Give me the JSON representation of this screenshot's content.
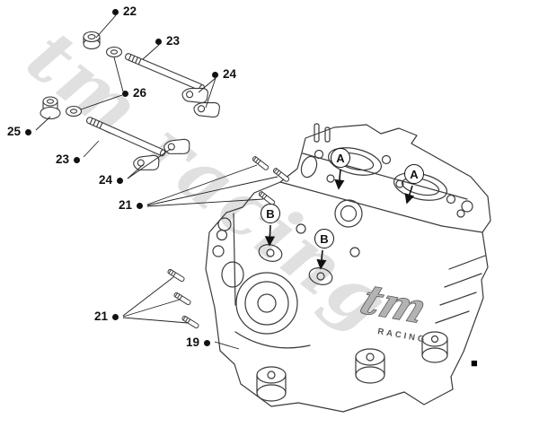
{
  "diagram": {
    "description": "exploded parts diagram of motorcycle engine cylinder head",
    "watermark": "tm racing",
    "brand_logo": "tm",
    "brand_sub": "RACING",
    "end_marker": "■",
    "callouts": [
      {
        "label": "22"
      },
      {
        "label": "23"
      },
      {
        "label": "24"
      },
      {
        "label": "26"
      },
      {
        "label": "25"
      },
      {
        "label": "23"
      },
      {
        "label": "24"
      },
      {
        "label": "21"
      },
      {
        "label": "21"
      },
      {
        "label": "19"
      }
    ],
    "letter_callouts": [
      {
        "label": "A"
      },
      {
        "label": "A"
      },
      {
        "label": "B"
      },
      {
        "label": "B"
      }
    ]
  }
}
